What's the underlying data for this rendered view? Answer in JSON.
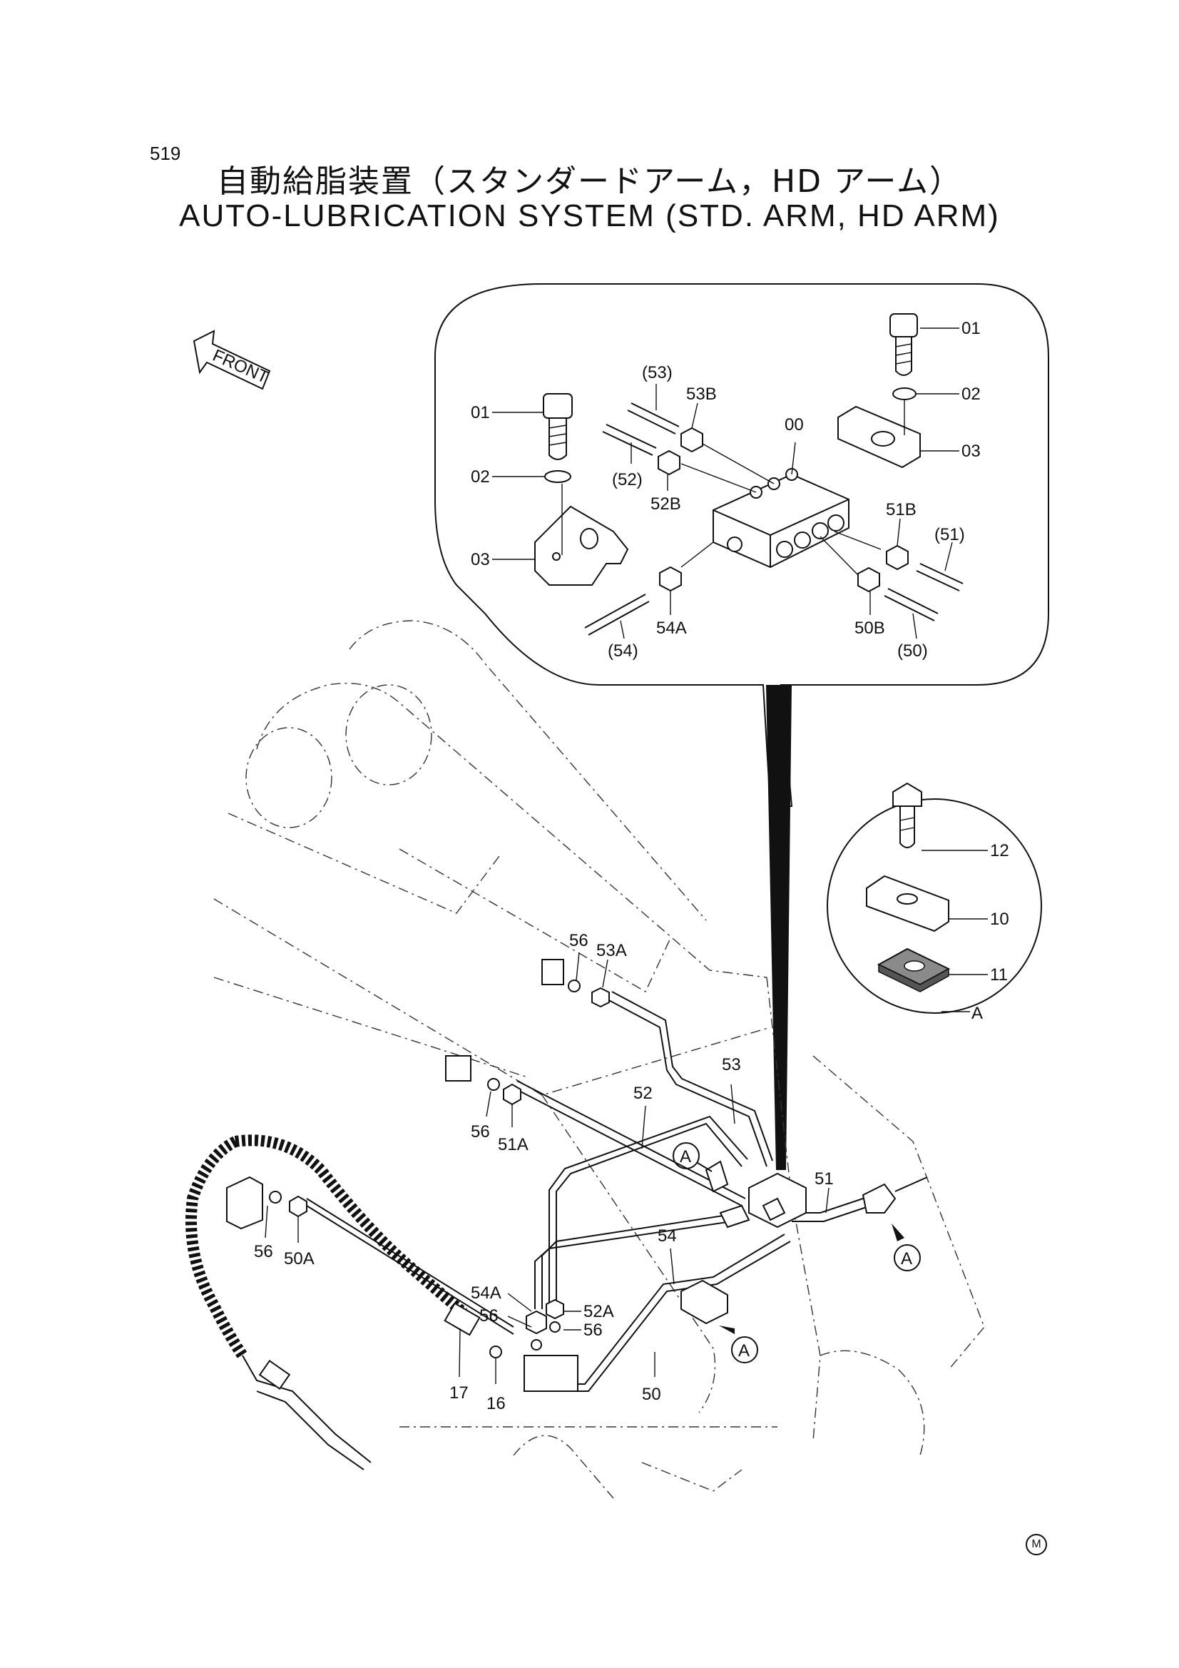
{
  "page_number": "519",
  "title_jp": "自動給脂装置（スタンダードアーム，HD アーム）",
  "title_en": "AUTO-LUBRICATION SYSTEM (STD. ARM, HD ARM)",
  "front_label": "FRONT",
  "detail_ref": "A",
  "footer_mark": "M",
  "inset_labels": {
    "p01_left": "01",
    "p01_right": "01",
    "p02_left": "02",
    "p02_right": "02",
    "p03_left": "03",
    "p03_right": "03",
    "p00": "00",
    "p53": "(53)",
    "p53B": "53B",
    "p52": "(52)",
    "p52B": "52B",
    "p51B": "51B",
    "p51": "(51)",
    "p54A": "54A",
    "p54": "(54)",
    "p50B": "50B",
    "p50": "(50)"
  },
  "detail_labels": {
    "p12": "12",
    "p10": "10",
    "p11": "11",
    "pA": "A"
  },
  "main_labels": {
    "p56_a": "56",
    "p53A": "53A",
    "p53": "53",
    "p52": "52",
    "p56_b": "56",
    "p51A": "51A",
    "p51": "51",
    "p56_c": "56",
    "p50A": "50A",
    "p54": "54",
    "p54A": "54A",
    "p56_d": "56",
    "p52A": "52A",
    "p56_e": "56",
    "p17": "17",
    "p16": "16",
    "p50": "50",
    "callout_a1": "A",
    "callout_a2": "A",
    "callout_a3": "A"
  }
}
